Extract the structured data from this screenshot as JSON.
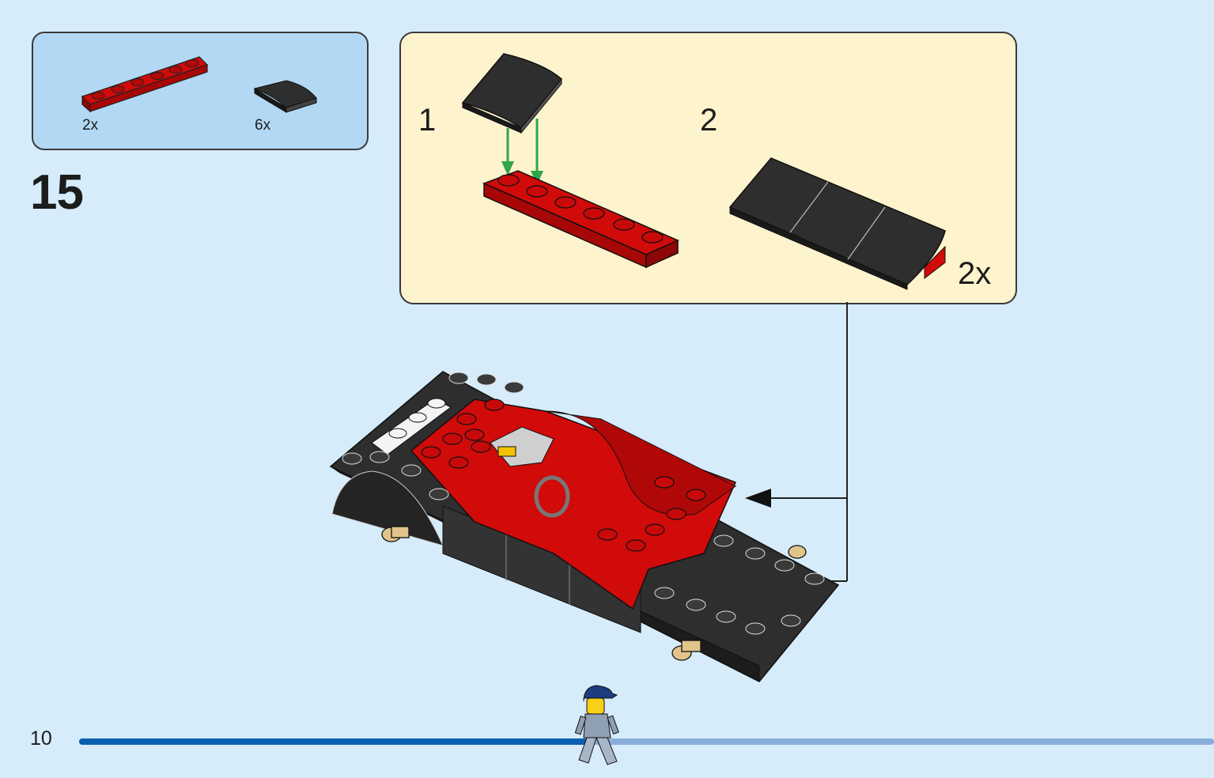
{
  "parts_list": [
    {
      "qty": "2x",
      "name": "red-plate-1x6"
    },
    {
      "qty": "6x",
      "name": "black-curved-slope"
    }
  ],
  "step_number": "15",
  "substeps": [
    {
      "label": "1"
    },
    {
      "label": "2",
      "multiplier": "2x"
    }
  ],
  "page_number": "10",
  "progress": 0.45,
  "colors": {
    "page_background": "#d6ecfb",
    "parts_box": "#b3d8f4",
    "substep_box": "#fdf3cc",
    "brick_red": "#d10a0a",
    "brick_black": "#2e2e2e",
    "arrow_green": "#2fa64b",
    "progress_done": "#0a5fb0",
    "progress_todo": "#8aaedc"
  }
}
